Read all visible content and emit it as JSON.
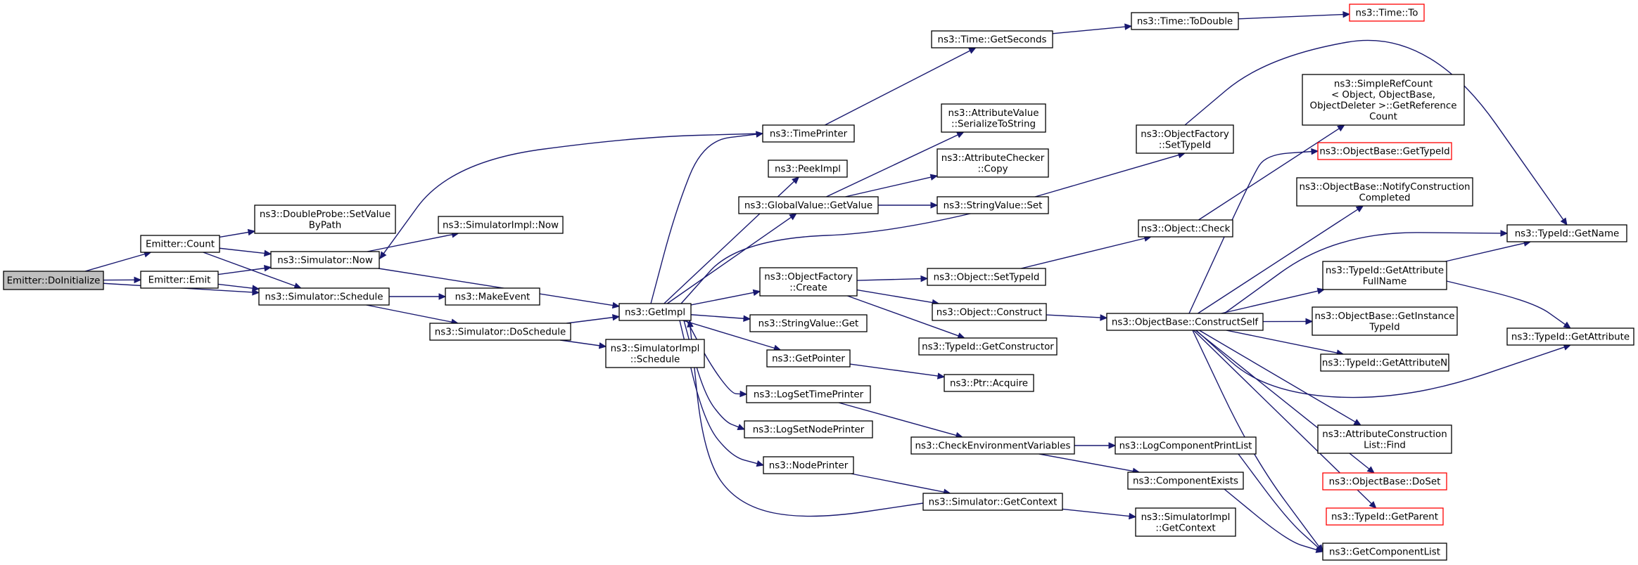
{
  "colors": {
    "edge": "#191970",
    "node_border": "#000000",
    "node_fill": "#ffffff",
    "root_fill": "#bfbfbf",
    "truncated_border": "#ff0000"
  },
  "nodes": {
    "n_doinit": {
      "lines": [
        "Emitter::DoInitialize"
      ],
      "style": "root"
    },
    "n_count": {
      "lines": [
        "Emitter::Count"
      ]
    },
    "n_emit": {
      "lines": [
        "Emitter::Emit"
      ]
    },
    "n_dblprobe": {
      "lines": [
        "ns3::DoubleProbe::SetValue",
        "ByPath"
      ]
    },
    "n_simnow": {
      "lines": [
        "ns3::Simulator::Now"
      ]
    },
    "n_schedule": {
      "lines": [
        "ns3::Simulator::Schedule"
      ]
    },
    "n_simimplnow": {
      "lines": [
        "ns3::SimulatorImpl::Now"
      ]
    },
    "n_makeevent": {
      "lines": [
        "ns3::MakeEvent"
      ]
    },
    "n_dosched": {
      "lines": [
        "ns3::Simulator::DoSchedule"
      ]
    },
    "n_getimpl": {
      "lines": [
        "ns3::GetImpl"
      ]
    },
    "n_simimplsched": {
      "lines": [
        "ns3::SimulatorImpl",
        "::Schedule"
      ]
    },
    "n_timeprinter": {
      "lines": [
        "ns3::TimePrinter"
      ]
    },
    "n_peekimpl": {
      "lines": [
        "ns3::PeekImpl"
      ]
    },
    "n_gvgetvalue": {
      "lines": [
        "ns3::GlobalValue::GetValue"
      ]
    },
    "n_ofcreate": {
      "lines": [
        "ns3::ObjectFactory",
        "::Create"
      ]
    },
    "n_svget": {
      "lines": [
        "ns3::StringValue::Get"
      ]
    },
    "n_getpointer": {
      "lines": [
        "ns3::GetPointer"
      ]
    },
    "n_logsettime": {
      "lines": [
        "ns3::LogSetTimePrinter"
      ]
    },
    "n_logsetnode": {
      "lines": [
        "ns3::LogSetNodePrinter"
      ]
    },
    "n_nodeprinter": {
      "lines": [
        "ns3::NodePrinter"
      ]
    },
    "n_getseconds": {
      "lines": [
        "ns3::Time::GetSeconds"
      ]
    },
    "n_todouble": {
      "lines": [
        "ns3::Time::ToDouble"
      ]
    },
    "n_timeto": {
      "lines": [
        "ns3::Time::To"
      ],
      "style": "truncated"
    },
    "n_avser": {
      "lines": [
        "ns3::AttributeValue",
        "::SerializeToString"
      ]
    },
    "n_accopy": {
      "lines": [
        "ns3::AttributeChecker",
        "::Copy"
      ]
    },
    "n_svset": {
      "lines": [
        "ns3::StringValue::Set"
      ]
    },
    "n_objsettype": {
      "lines": [
        "ns3::Object::SetTypeId"
      ]
    },
    "n_objconstruct": {
      "lines": [
        "ns3::Object::Construct"
      ]
    },
    "n_tidgetctor": {
      "lines": [
        "ns3::TypeId::GetConstructor"
      ]
    },
    "n_ptracquire": {
      "lines": [
        "ns3::Ptr::Acquire"
      ]
    },
    "n_checkenv": {
      "lines": [
        "ns3::CheckEnvironmentVariables"
      ]
    },
    "n_simgetctx": {
      "lines": [
        "ns3::Simulator::GetContext"
      ]
    },
    "n_ofsettype": {
      "lines": [
        "ns3::ObjectFactory",
        "::SetTypeId"
      ]
    },
    "n_objcheck": {
      "lines": [
        "ns3::Object::Check"
      ]
    },
    "n_obconstruct": {
      "lines": [
        "ns3::ObjectBase::ConstructSelf"
      ]
    },
    "n_logcomplist": {
      "lines": [
        "ns3::LogComponentPrintList"
      ]
    },
    "n_compexists": {
      "lines": [
        "ns3::ComponentExists"
      ]
    },
    "n_simimplctx": {
      "lines": [
        "ns3::SimulatorImpl",
        "::GetContext"
      ]
    },
    "n_refcount": {
      "lines": [
        "ns3::SimpleRefCount",
        "< Object, ObjectBase,",
        "ObjectDeleter >::GetReference",
        "Count"
      ]
    },
    "n_obgettype": {
      "lines": [
        "ns3::ObjectBase::GetTypeId"
      ],
      "style": "truncated"
    },
    "n_obnotify": {
      "lines": [
        "ns3::ObjectBase::NotifyConstruction",
        "Completed"
      ]
    },
    "n_tidattrfull": {
      "lines": [
        "ns3::TypeId::GetAttribute",
        "FullName"
      ]
    },
    "n_obgetinst": {
      "lines": [
        "ns3::ObjectBase::GetInstance",
        "TypeId"
      ]
    },
    "n_tidattrn": {
      "lines": [
        "ns3::TypeId::GetAttributeN"
      ]
    },
    "n_acfind": {
      "lines": [
        "ns3::AttributeConstruction",
        "List::Find"
      ]
    },
    "n_obdoset": {
      "lines": [
        "ns3::ObjectBase::DoSet"
      ],
      "style": "truncated"
    },
    "n_tidparent": {
      "lines": [
        "ns3::TypeId::GetParent"
      ],
      "style": "truncated"
    },
    "n_getcomplist": {
      "lines": [
        "ns3::GetComponentList"
      ]
    },
    "n_tidname": {
      "lines": [
        "ns3::TypeId::GetName"
      ]
    },
    "n_tidattr": {
      "lines": [
        "ns3::TypeId::GetAttribute"
      ]
    }
  },
  "edges": [
    [
      "n_doinit",
      "n_count"
    ],
    [
      "n_doinit",
      "n_emit"
    ],
    [
      "n_doinit",
      "n_schedule"
    ],
    [
      "n_count",
      "n_dblprobe"
    ],
    [
      "n_count",
      "n_simnow"
    ],
    [
      "n_count",
      "n_schedule"
    ],
    [
      "n_emit",
      "n_simnow"
    ],
    [
      "n_emit",
      "n_schedule"
    ],
    [
      "n_simnow",
      "n_simimplnow"
    ],
    [
      "n_simnow",
      "n_getimpl"
    ],
    [
      "n_schedule",
      "n_makeevent"
    ],
    [
      "n_schedule",
      "n_dosched"
    ],
    [
      "n_dosched",
      "n_getimpl"
    ],
    [
      "n_dosched",
      "n_simimplsched"
    ],
    [
      "n_timeprinter",
      "n_simnow"
    ],
    [
      "n_timeprinter",
      "n_getseconds"
    ],
    [
      "n_getimpl",
      "n_timeprinter"
    ],
    [
      "n_getimpl",
      "n_peekimpl"
    ],
    [
      "n_getimpl",
      "n_gvgetvalue"
    ],
    [
      "n_getimpl",
      "n_ofsettype"
    ],
    [
      "n_getimpl",
      "n_ofcreate"
    ],
    [
      "n_getimpl",
      "n_svget"
    ],
    [
      "n_getimpl",
      "n_getpointer"
    ],
    [
      "n_getimpl",
      "n_logsettime"
    ],
    [
      "n_getimpl",
      "n_logsetnode"
    ],
    [
      "n_getimpl",
      "n_nodeprinter"
    ],
    [
      "n_getseconds",
      "n_todouble"
    ],
    [
      "n_todouble",
      "n_timeto"
    ],
    [
      "n_gvgetvalue",
      "n_avser"
    ],
    [
      "n_gvgetvalue",
      "n_accopy"
    ],
    [
      "n_gvgetvalue",
      "n_svset"
    ],
    [
      "n_ofcreate",
      "n_objsettype"
    ],
    [
      "n_ofcreate",
      "n_objconstruct"
    ],
    [
      "n_ofcreate",
      "n_tidgetctor"
    ],
    [
      "n_getpointer",
      "n_ptracquire"
    ],
    [
      "n_logsettime",
      "n_checkenv"
    ],
    [
      "n_nodeprinter",
      "n_simgetctx"
    ],
    [
      "n_simgetctx",
      "n_getimpl"
    ],
    [
      "n_simgetctx",
      "n_simimplctx"
    ],
    [
      "n_checkenv",
      "n_logcomplist"
    ],
    [
      "n_checkenv",
      "n_compexists"
    ],
    [
      "n_objsettype",
      "n_objcheck"
    ],
    [
      "n_objconstruct",
      "n_obconstruct"
    ],
    [
      "n_objcheck",
      "n_refcount"
    ],
    [
      "n_ofsettype",
      "n_tidname"
    ],
    [
      "n_obconstruct",
      "n_obgettype"
    ],
    [
      "n_obconstruct",
      "n_obnotify"
    ],
    [
      "n_obconstruct",
      "n_tidname"
    ],
    [
      "n_obconstruct",
      "n_tidattrfull"
    ],
    [
      "n_obconstruct",
      "n_obgetinst"
    ],
    [
      "n_obconstruct",
      "n_tidattrn"
    ],
    [
      "n_obconstruct",
      "n_tidattr"
    ],
    [
      "n_obconstruct",
      "n_acfind"
    ],
    [
      "n_obconstruct",
      "n_obdoset"
    ],
    [
      "n_obconstruct",
      "n_tidparent"
    ],
    [
      "n_obconstruct",
      "n_getcomplist"
    ],
    [
      "n_tidattrfull",
      "n_tidname"
    ],
    [
      "n_tidattrfull",
      "n_tidattr"
    ],
    [
      "n_logcomplist",
      "n_getcomplist"
    ],
    [
      "n_compexists",
      "n_getcomplist"
    ]
  ]
}
